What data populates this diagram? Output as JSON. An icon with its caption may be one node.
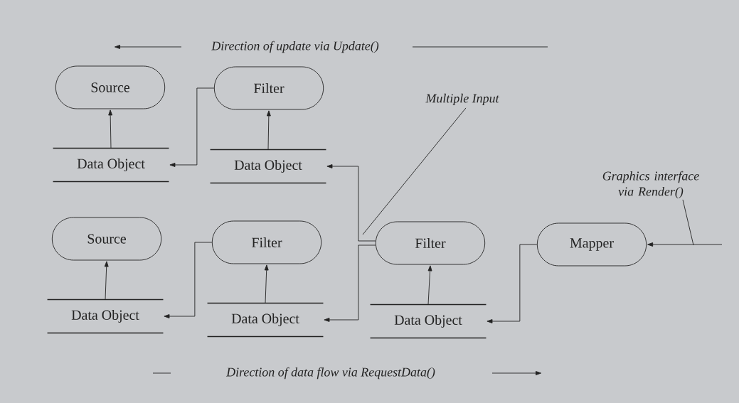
{
  "diagram": {
    "nodes": [
      {
        "text": [
          "Source"
        ]
      },
      {
        "text": [
          "Data Object"
        ]
      },
      {
        "text": [
          "Filter"
        ]
      },
      {
        "text": [
          "Data Object"
        ]
      },
      {
        "text": [
          "Source"
        ]
      },
      {
        "text": [
          "Data Object"
        ]
      },
      {
        "text": [
          "Filter"
        ]
      },
      {
        "text": [
          "Data Object"
        ]
      },
      {
        "text": [
          "Filter"
        ]
      },
      {
        "text": [
          "Data Object"
        ]
      },
      {
        "text": [
          "Mapper"
        ]
      },
      {
        "text": [
          "Multiple Input"
        ]
      },
      {
        "text": [
          "Graphics interface via Render()"
        ]
      }
    ],
    "edges": [
      {
        "from": 1,
        "to": 0,
        "arrow": "to"
      },
      {
        "from": 2,
        "to": 1,
        "arrow": "to"
      },
      {
        "from": 3,
        "to": 2,
        "arrow": "to"
      },
      {
        "from": 5,
        "to": 4,
        "arrow": "to"
      },
      {
        "from": 6,
        "to": 5,
        "arrow": "to"
      },
      {
        "from": 7,
        "to": 6,
        "arrow": "to"
      },
      {
        "from": 8,
        "to": 3,
        "arrow": "to"
      },
      {
        "from": 8,
        "to": 7,
        "arrow": "to"
      },
      {
        "from": 9,
        "to": 8,
        "arrow": "to"
      },
      {
        "from": 10,
        "to": 9,
        "arrow": "to"
      },
      {
        "from": null,
        "to": 10,
        "arrow": "to"
      },
      {
        "from": 11,
        "to": null,
        "arrow": "none"
      },
      {
        "from": 12,
        "to": null,
        "arrow": "none"
      }
    ],
    "labels": [
      "Direction of update via Update()",
      "Direction of data flow via RequestData()"
    ]
  }
}
